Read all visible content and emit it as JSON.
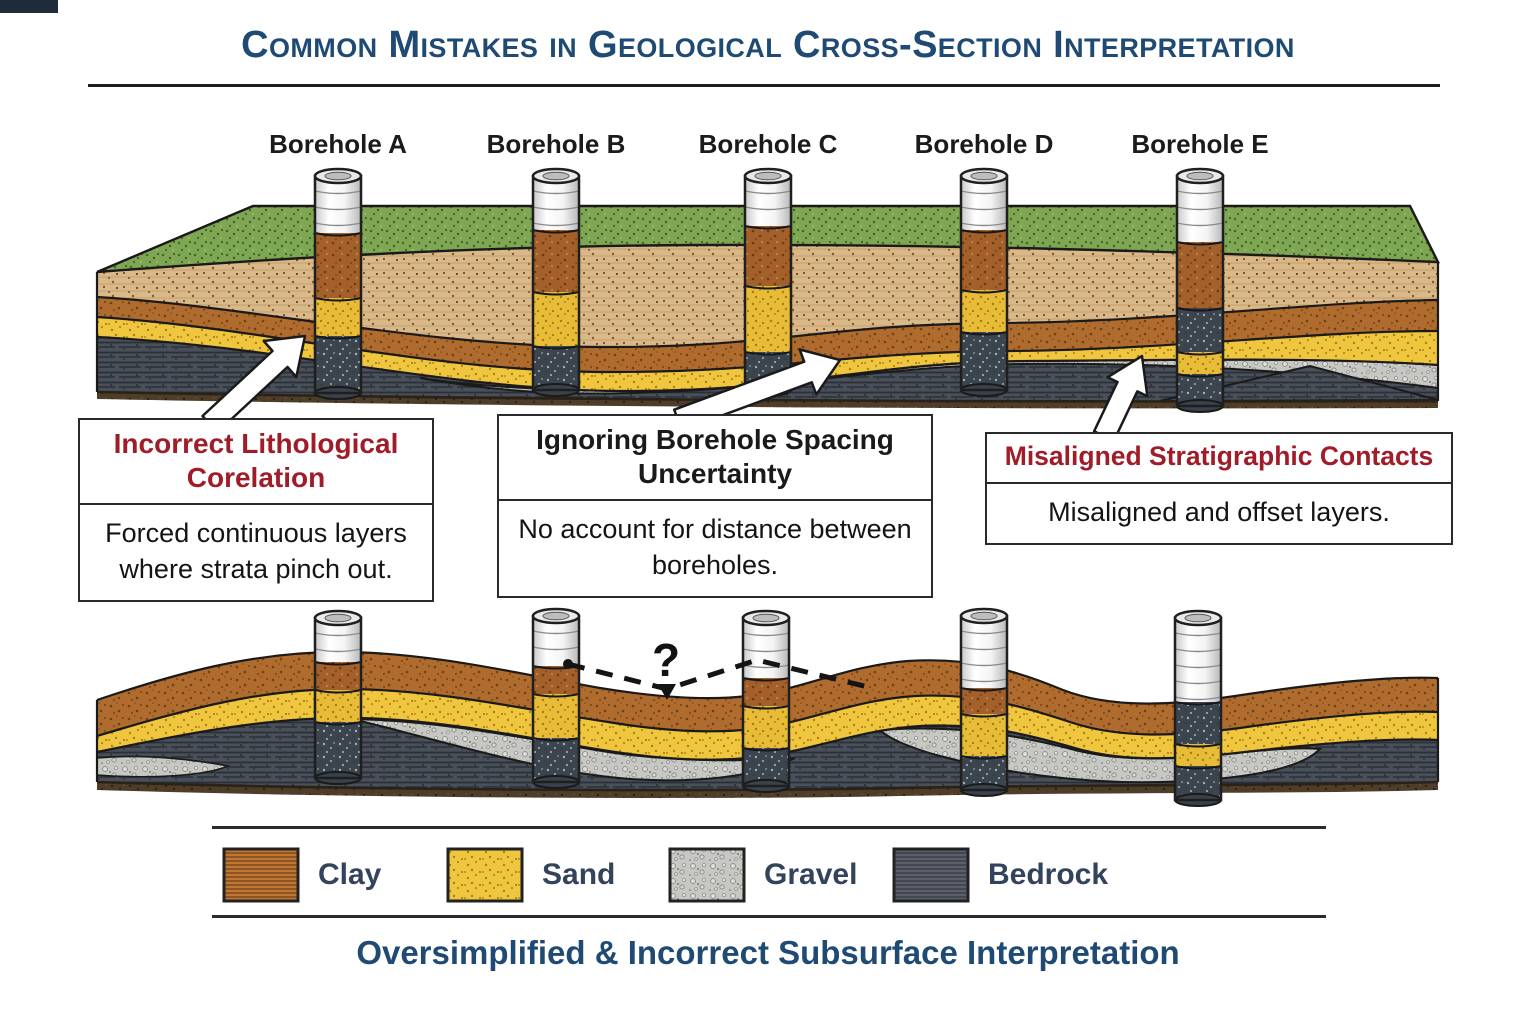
{
  "title": {
    "text": "Common Mistakes in Geological Cross-Section Interpretation",
    "color": "#1f4a73"
  },
  "top_section": {
    "borehole_labels": [
      "Borehole A",
      "Borehole B",
      "Borehole C",
      "Borehole D",
      "Borehole E"
    ]
  },
  "callouts": [
    {
      "title": "Incorrect Lithological Corelation",
      "body": "Forced continuous layers where strata pinch out.",
      "title_color": "#a01c28"
    },
    {
      "title": "Ignoring Borehole Spacing Uncertainty",
      "body": "No account for distance between boreholes.",
      "title_color": "#1a1a1a"
    },
    {
      "title": "Misaligned Stratigraphic Contacts",
      "body": "Misaligned and offset layers.",
      "title_color": "#a01c28"
    }
  ],
  "interpretation_section": {
    "uncertainty_mark": "?"
  },
  "legend": {
    "items": [
      {
        "label": "Clay",
        "color": "#c07634"
      },
      {
        "label": "Sand",
        "color": "#efc63e"
      },
      {
        "label": "Gravel",
        "color": "#c7c8c4"
      },
      {
        "label": "Bedrock",
        "color": "#5a5f6a"
      }
    ]
  },
  "caption": {
    "text": "Oversimplified & Incorrect Subsurface Interpretation",
    "color": "#1f4a73"
  }
}
